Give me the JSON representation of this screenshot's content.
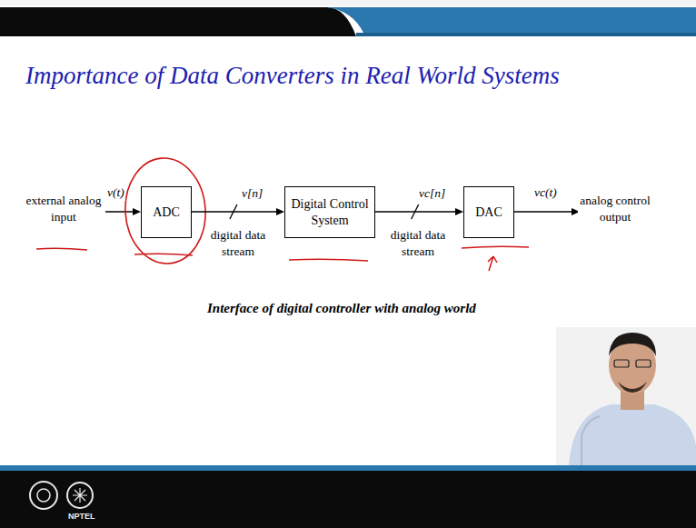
{
  "diagram": {
    "title": "Importance of Data Converters in Real World Systems",
    "caption": "Interface of digital controller with analog world",
    "nodes": [
      {
        "text": [
          "ADC"
        ]
      },
      {
        "text": [
          "Digital Control System"
        ]
      },
      {
        "text": [
          "DAC"
        ]
      }
    ],
    "edges": [
      {
        "from": 0,
        "to": 1,
        "arrow": "to",
        "label": "v[n]"
      },
      {
        "from": 1,
        "to": 2,
        "arrow": "to",
        "label": "vc[n]"
      }
    ],
    "labels": [
      "external analog input",
      "v(t)",
      "digital data stream",
      "digital data stream",
      "vc(t)",
      "analog control output",
      "NPTEL"
    ]
  }
}
